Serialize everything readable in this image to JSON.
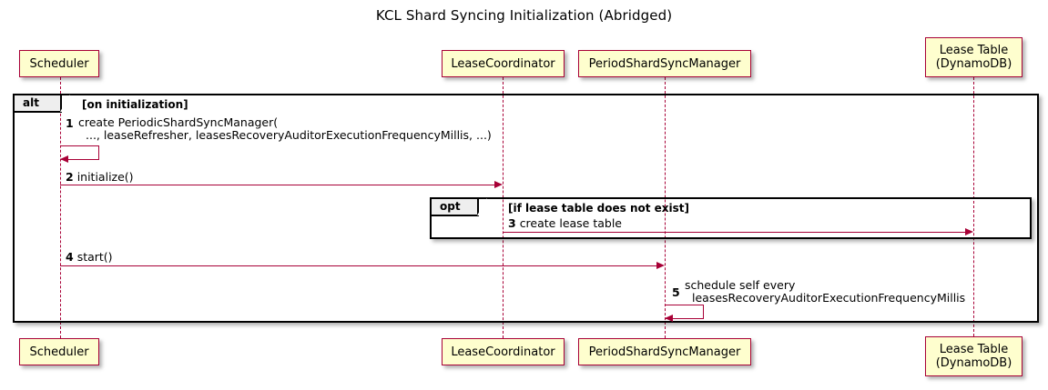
{
  "diagram": {
    "title": "KCL Shard Syncing Initialization (Abridged)",
    "type": "uml-sequence-diagram",
    "colors": {
      "participant_fill": "#FEFECE",
      "participant_border": "#A80036",
      "message_line": "#A80036",
      "frame_border": "#000000",
      "frame_tab_fill": "#EEEEEE",
      "background": "#FFFFFF"
    }
  },
  "participants": [
    {
      "id": "scheduler",
      "label": "Scheduler",
      "line2": ""
    },
    {
      "id": "leasecoord",
      "label": "LeaseCoordinator",
      "line2": ""
    },
    {
      "id": "pssm",
      "label": "PeriodShardSyncManager",
      "line2": ""
    },
    {
      "id": "leasetable",
      "label": "Lease Table",
      "line2": "(DynamoDB)"
    }
  ],
  "fragments": [
    {
      "id": "alt",
      "keyword": "alt",
      "guard": "[on initialization]"
    },
    {
      "id": "opt",
      "keyword": "opt",
      "guard": "[if lease table does not exist]"
    }
  ],
  "messages": [
    {
      "num": "1",
      "from": "scheduler",
      "to": "scheduler",
      "self": true,
      "line1": "create PeriodicShardSyncManager(",
      "line2": "..., leaseRefresher, leasesRecoveryAuditorExecutionFrequencyMillis, ...)"
    },
    {
      "num": "2",
      "from": "scheduler",
      "to": "leasecoord",
      "self": false,
      "line1": "initialize()",
      "line2": ""
    },
    {
      "num": "3",
      "from": "leasecoord",
      "to": "leasetable",
      "self": false,
      "line1": "create lease table",
      "line2": ""
    },
    {
      "num": "4",
      "from": "scheduler",
      "to": "pssm",
      "self": false,
      "line1": "start()",
      "line2": ""
    },
    {
      "num": "5",
      "from": "pssm",
      "to": "pssm",
      "self": true,
      "line1": "schedule self every",
      "line2": "leasesRecoveryAuditorExecutionFrequencyMillis"
    }
  ]
}
